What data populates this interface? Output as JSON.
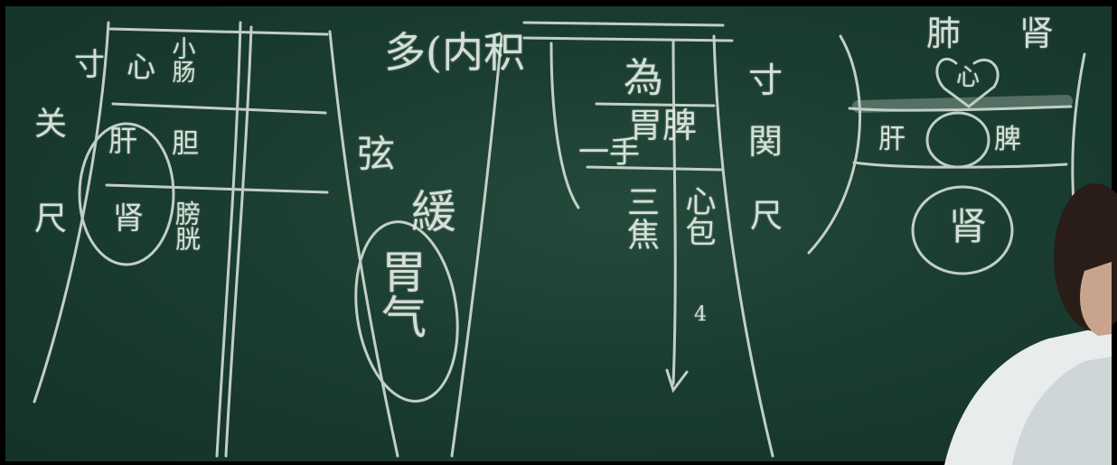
{
  "board": {
    "color": "#1c3f33",
    "chalk_color": "#e4ece4",
    "left_chart": {
      "positions": [
        "寸",
        "关",
        "尺"
      ],
      "left_organs": [
        "心",
        "肝",
        "肾"
      ],
      "right_organs": [
        "小肠",
        "胆",
        "膀胱"
      ]
    },
    "middle_notes": {
      "top": "多(内积",
      "mid": "弦",
      "lower": "緩",
      "circled": "胃气"
    },
    "right_chart": {
      "top": "為",
      "row2_prefix": "一手",
      "row2": "胃脾",
      "row3_a": "三焦",
      "row3_b": "心包",
      "bottom": "4",
      "positions": [
        "寸",
        "関",
        "尺"
      ]
    },
    "far_right": {
      "top_labels": [
        "肺",
        "肾"
      ],
      "heart_in_circle": "心",
      "row_labels": [
        "肝",
        "脾"
      ],
      "lower_circle": "肾"
    }
  }
}
